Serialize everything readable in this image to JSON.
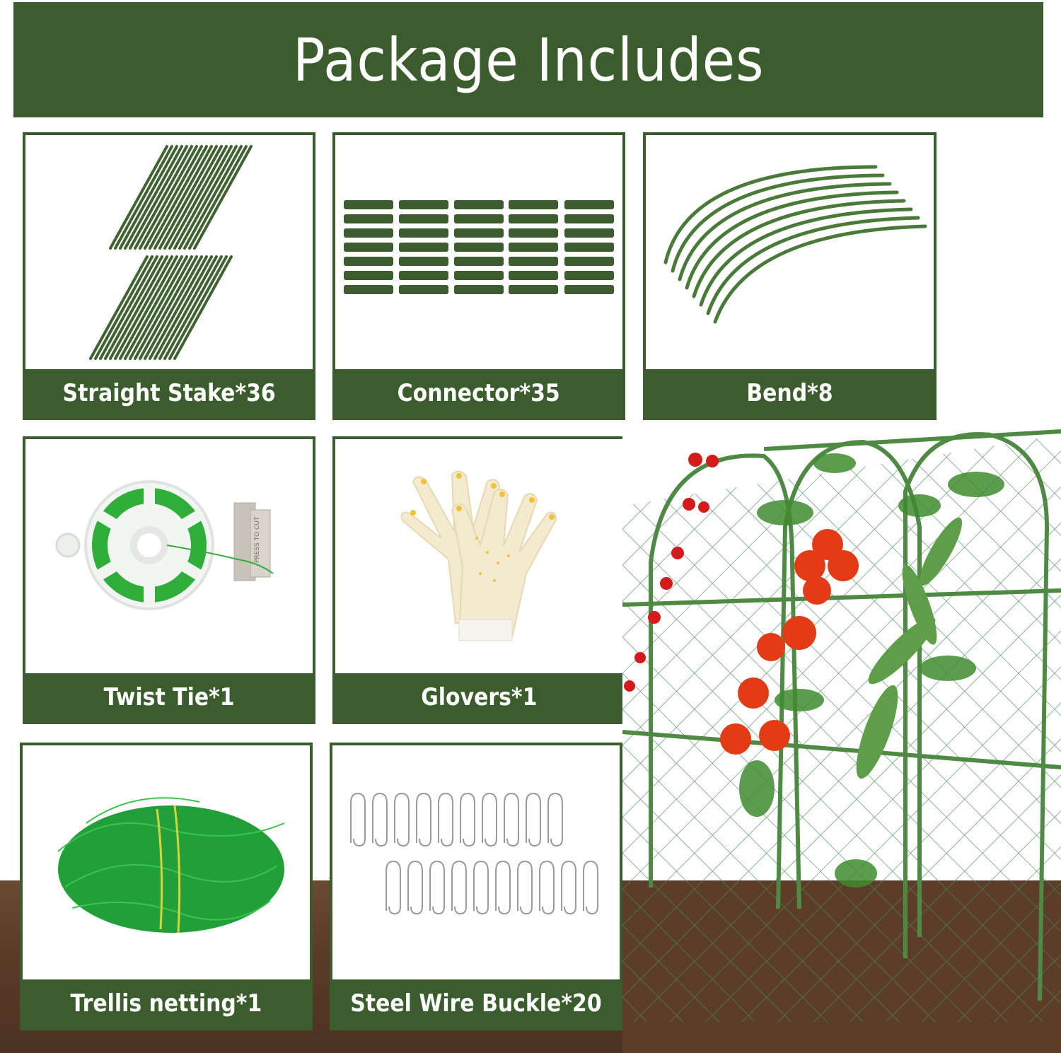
{
  "header": {
    "title": "Package Includes"
  },
  "items": [
    {
      "name": "Straight Stake",
      "qty": 36,
      "label": "Straight Stake*36",
      "icon": "straight-stakes-image"
    },
    {
      "name": "Connector",
      "qty": 35,
      "label": "Connector*35",
      "icon": "connectors-image"
    },
    {
      "name": "Bend",
      "qty": 8,
      "label": "Bend*8",
      "icon": "bends-image"
    },
    {
      "name": "Twist Tie",
      "qty": 1,
      "label": "Twist Tie*1",
      "icon": "twist-tie-reel-image",
      "reel_text": "PRESS TO CUT"
    },
    {
      "name": "Glovers",
      "qty": 1,
      "label": "Glovers*1",
      "icon": "gloves-image"
    },
    {
      "name": "Trellis netting",
      "qty": 1,
      "label": "Trellis netting*1",
      "icon": "trellis-netting-image"
    },
    {
      "name": "Steel Wire Buckle",
      "qty": 20,
      "label": "Steel Wire Buckle*20",
      "icon": "steel-wire-buckles-image"
    }
  ],
  "colors": {
    "brand_green": "#3b5d2d",
    "label_text": "#ffffff",
    "tile_bg": "#ffffff",
    "soil": "#5a3c28"
  },
  "photo": {
    "description": "assembled trellis with tomatoes, cucumbers and red flowers in soil"
  }
}
